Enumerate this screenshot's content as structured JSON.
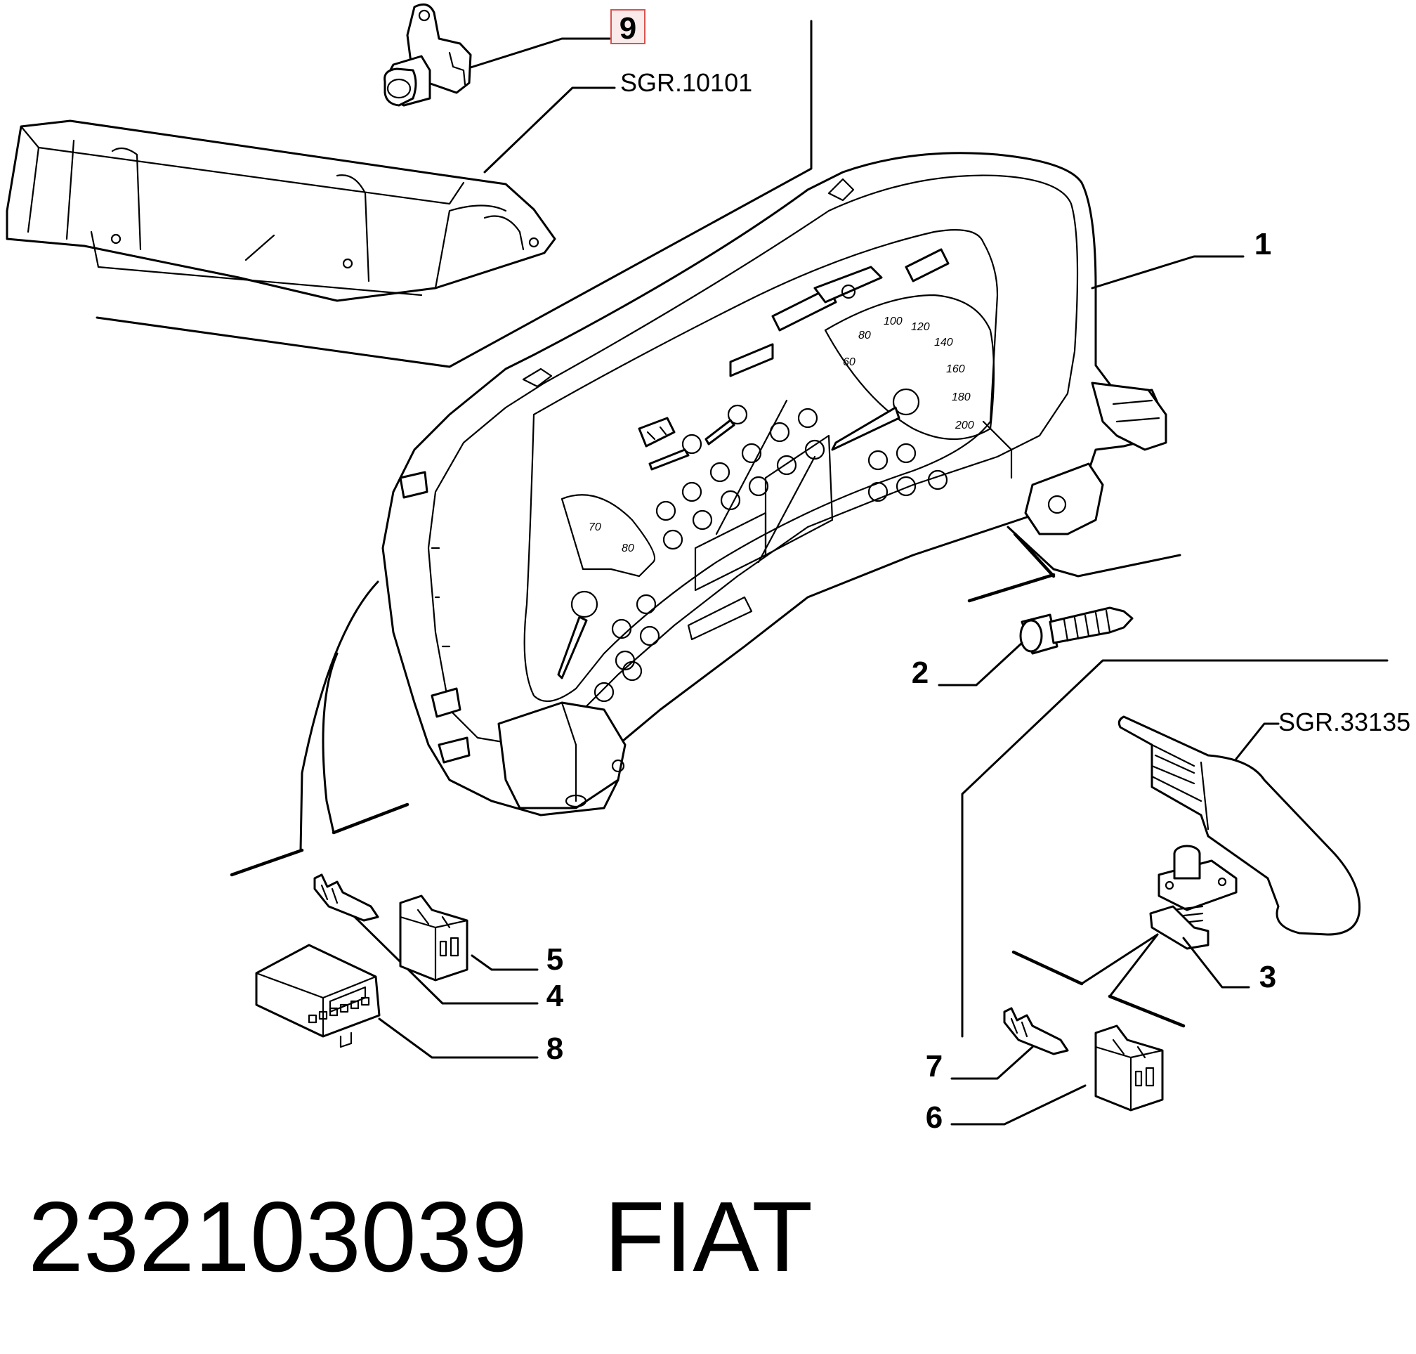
{
  "callouts": {
    "c1": "1",
    "c2": "2",
    "c3": "3",
    "c4": "4",
    "c5": "5",
    "c6": "6",
    "c7": "7",
    "c8": "8",
    "c9": "9"
  },
  "references": {
    "cover": "SGR.10101",
    "handbrake": "SGR.33135"
  },
  "gauge_labels": {
    "speed": [
      "60",
      "80",
      "100",
      "120",
      "140",
      "160",
      "180",
      "200"
    ],
    "rpm": [
      "70",
      "80"
    ]
  },
  "highlight_color": "#d9534f",
  "footer": {
    "part_number": "232103039",
    "brand": "FIAT"
  }
}
